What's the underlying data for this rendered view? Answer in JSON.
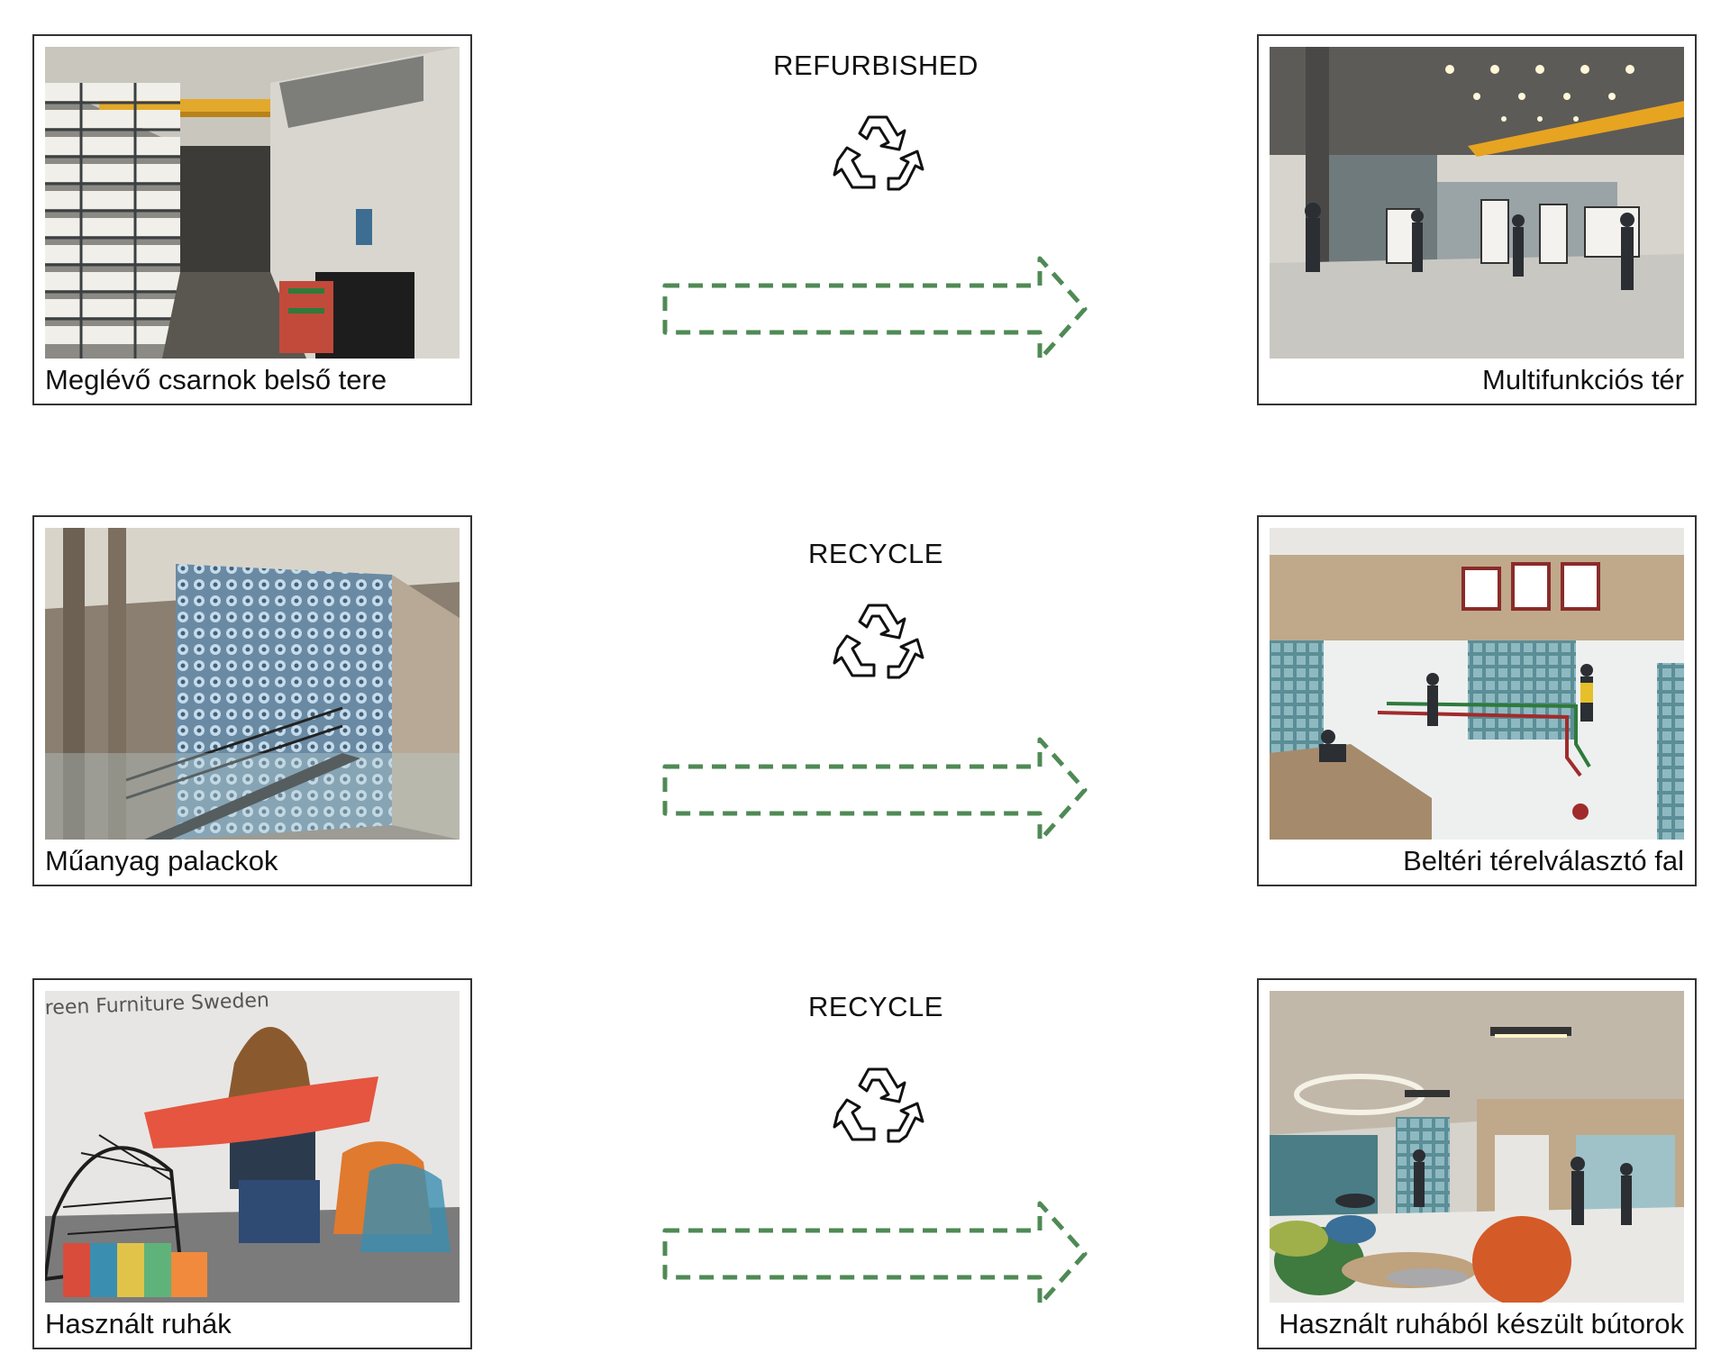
{
  "rows": [
    {
      "left_caption": "Meglévő csarnok belső tere",
      "process_label": "REFURBISHED",
      "right_caption": "Multifunkciós tér"
    },
    {
      "left_caption": "Műanyag palackok",
      "process_label": "RECYCLE",
      "right_caption": "Beltéri térelválasztó fal"
    },
    {
      "left_caption": "Használt ruhák",
      "photo_text": "reen Furniture Sweden",
      "process_label": "RECYCLE",
      "right_caption": "Használt ruhából készült bútorok"
    }
  ],
  "colors": {
    "arrow": "#4f8a55",
    "recycle_stroke": "#111111"
  },
  "icons": [
    "recycle-icon",
    "dashed-arrow-right"
  ]
}
